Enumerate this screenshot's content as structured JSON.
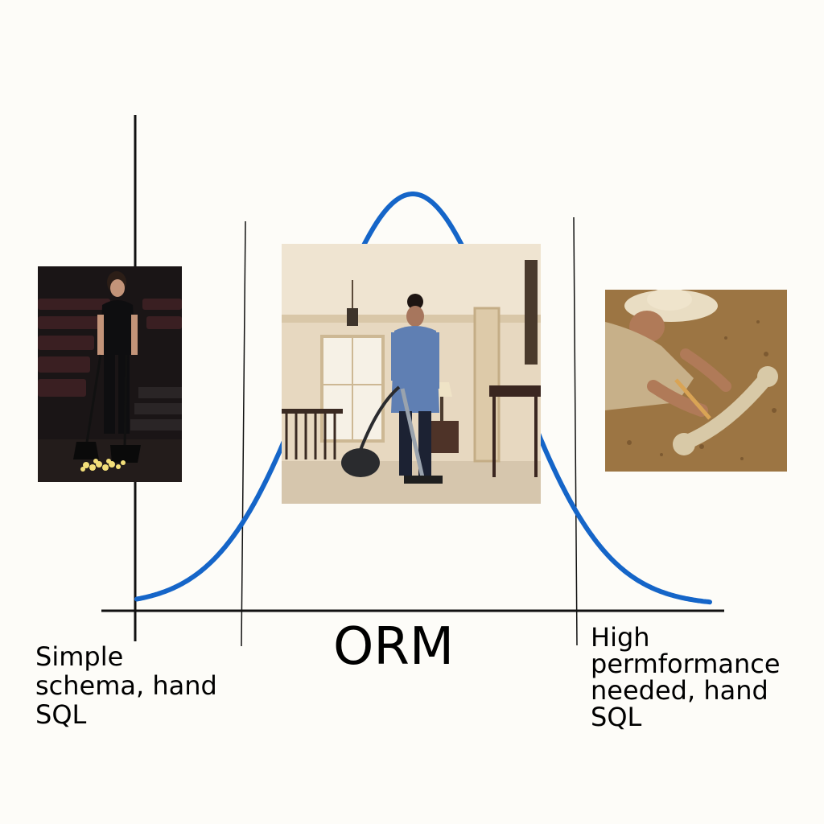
{
  "labels": {
    "left": "Simple\nschema, hand\nSQL",
    "center": "ORM",
    "right": "High\npermformance\nneeded, hand\nSQL"
  },
  "photos": {
    "left": {
      "subject": "person-sweeping-popcorn-in-theater"
    },
    "center": {
      "subject": "housekeeper-vacuuming-room"
    },
    "right": {
      "subject": "archaeologist-brushing-bone"
    }
  },
  "colors": {
    "curve": "#1565c8",
    "axis": "#111111",
    "background": "#fdfcf8"
  }
}
